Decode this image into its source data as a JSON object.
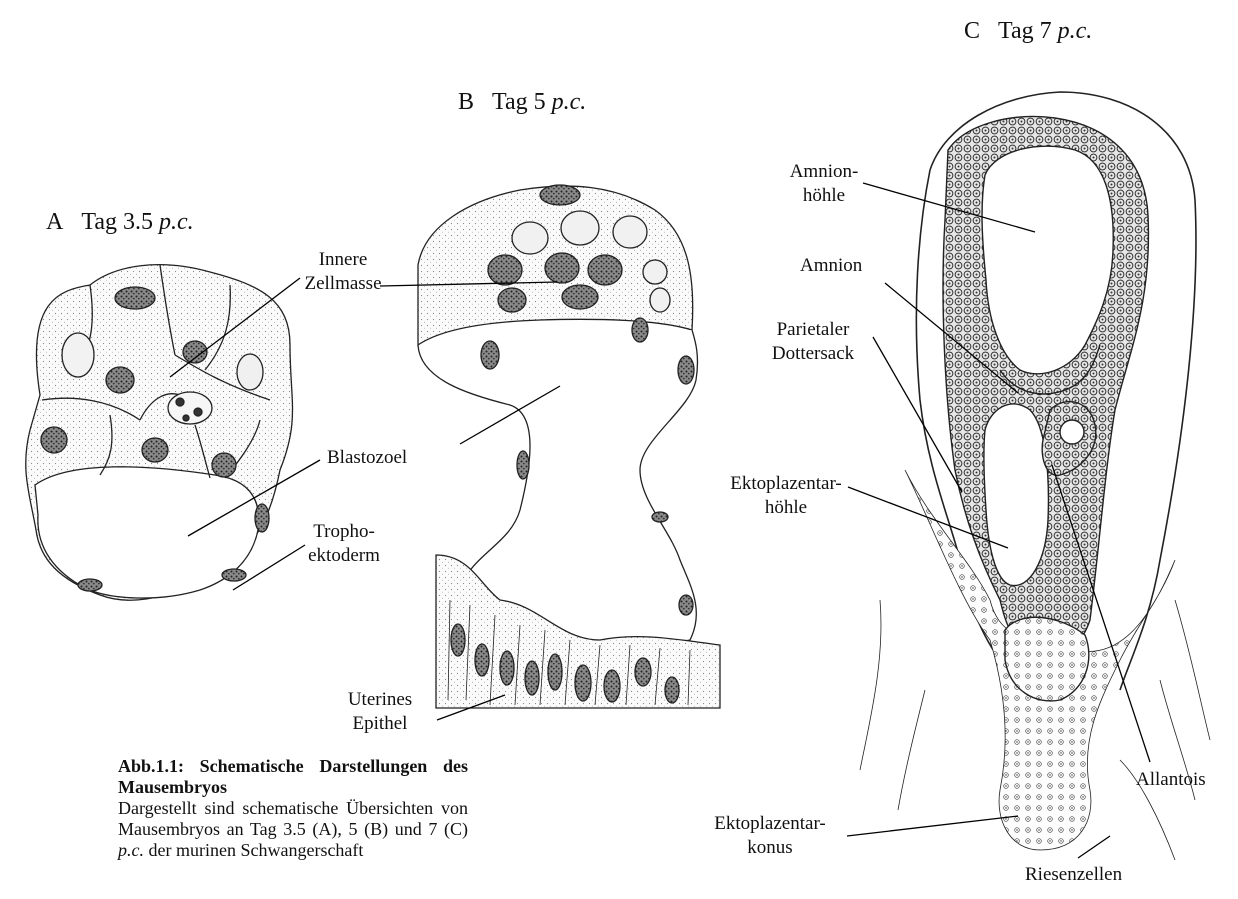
{
  "panels": {
    "a": {
      "letter": "A",
      "title": "Tag 3.5",
      "suffix": "p.c."
    },
    "b": {
      "letter": "B",
      "title": "Tag 5",
      "suffix": "p.c."
    },
    "c": {
      "letter": "C",
      "title": "Tag 7",
      "suffix": "p.c."
    }
  },
  "labels": {
    "innere_zellmasse": [
      "Innere",
      "Zellmasse"
    ],
    "blastozoel": "Blastozoel",
    "trophoektoderm": [
      "Tropho-",
      "ektoderm"
    ],
    "uterines_epithel": [
      "Uterines",
      "Epithel"
    ],
    "amnionhoehle": [
      "Amnion-",
      "höhle"
    ],
    "amnion": "Amnion",
    "parietaler_dottersack": [
      "Parietaler",
      "Dottersack"
    ],
    "ektoplazentarhoehle": [
      "Ektoplazentar-",
      "höhle"
    ],
    "allantois": "Allantois",
    "ektoplazentarkonus": [
      "Ektoplazentar-",
      "konus"
    ],
    "riesenzellen": "Riesenzellen"
  },
  "caption": {
    "title": "Abb.1.1: Schematische Darstellungen des Mausembryos",
    "body_part1": "Dargestellt sind schematische Übersichten von Mausembryos an Tag 3.5 (A), 5 (B) und 7 (C)",
    "body_italic": "p.c.",
    "body_part2": "der murinen Schwangerschaft"
  }
}
